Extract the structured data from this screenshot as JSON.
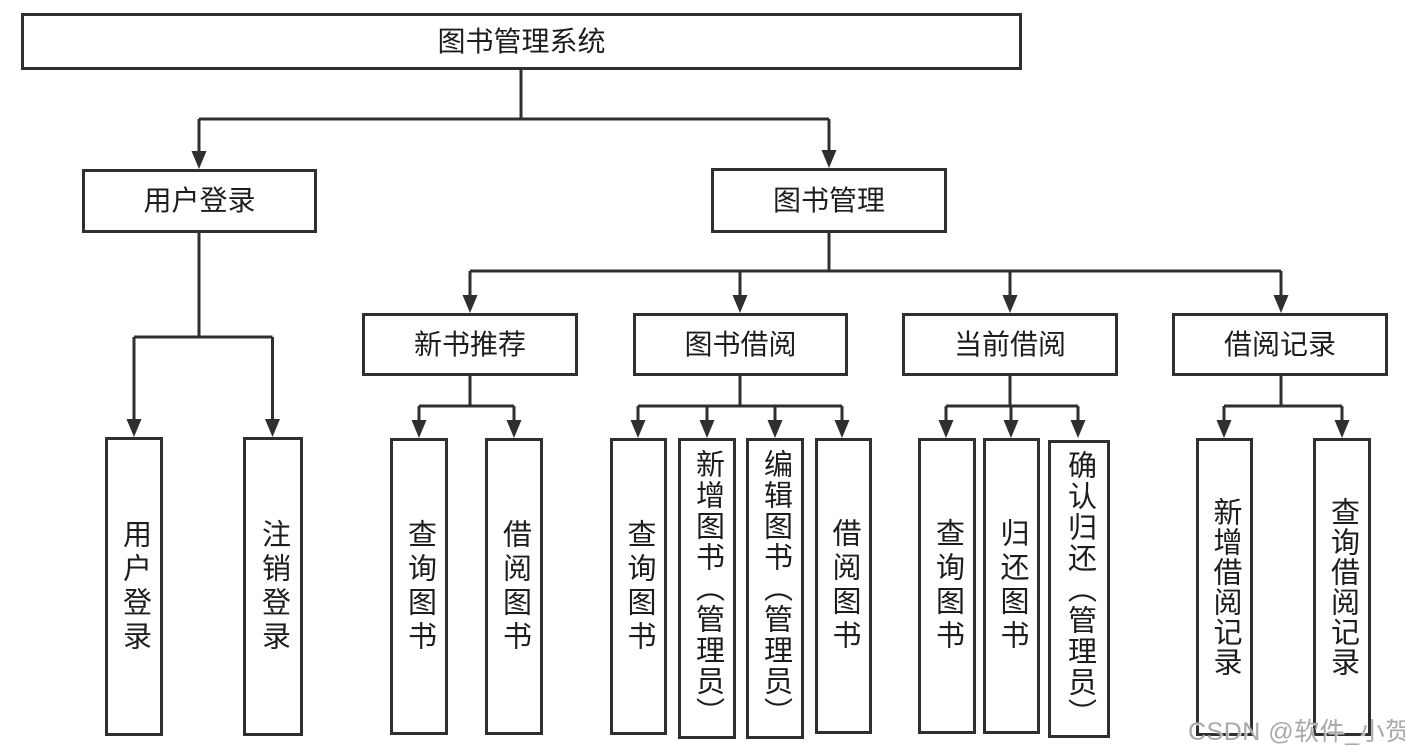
{
  "diagram": {
    "root": {
      "label": "图书管理系统"
    },
    "branches": {
      "user_login": {
        "label": "用户登录"
      },
      "book_management": {
        "label": "图书管理"
      }
    },
    "modules": {
      "new_book_recommend": {
        "label": "新书推荐"
      },
      "book_borrow": {
        "label": "图书借阅"
      },
      "current_borrow": {
        "label": "当前借阅"
      },
      "borrow_records": {
        "label": "借阅记录"
      }
    },
    "leaves": {
      "user_login": [
        "用户登录",
        "注销登录"
      ],
      "new_book_recommend": [
        "查询图书",
        "借阅图书"
      ],
      "book_borrow": [
        "查询图书",
        "新增图书（管理员）",
        "编辑图书（管理员）",
        "借阅图书"
      ],
      "current_borrow": [
        "查询图书",
        "归还图书",
        "确认归还（管理员）"
      ],
      "borrow_records": [
        "新增借阅记录",
        "查询借阅记录"
      ]
    },
    "watermark": "CSDN @软件_小贺同学",
    "colors": {
      "line": "#2f2f2f",
      "text": "#1d1d1d",
      "watermark": "#a9a9a9",
      "background": "#ffffff"
    }
  }
}
